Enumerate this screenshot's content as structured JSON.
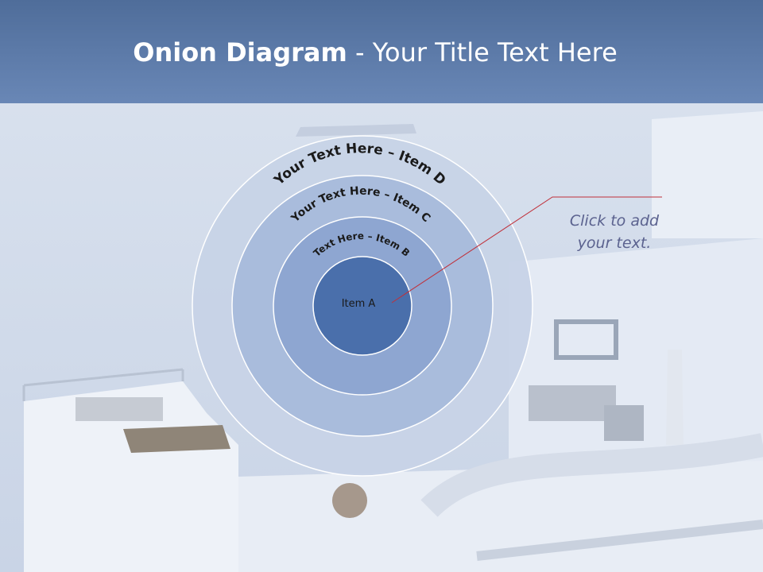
{
  "slide": {
    "title_bold": "Onion Diagram",
    "title_rest": " - Your Title Text Here",
    "colors": {
      "title_bar": "#5a78a8",
      "ring_d": "#c7d3e7",
      "ring_c": "#a9bcdc",
      "ring_b": "#8ea6d1",
      "core_a": "#4a6fab",
      "callout_line": "#c0303a",
      "callout_text": "#5b628f"
    }
  },
  "onion": {
    "item_d": "Your Text Here – Item D",
    "item_c": "Your Text Here – Item C",
    "item_b": "Text Here – Item B",
    "item_a": "Item A"
  },
  "callout": {
    "line1": "Click  to add",
    "line2": "your text."
  }
}
